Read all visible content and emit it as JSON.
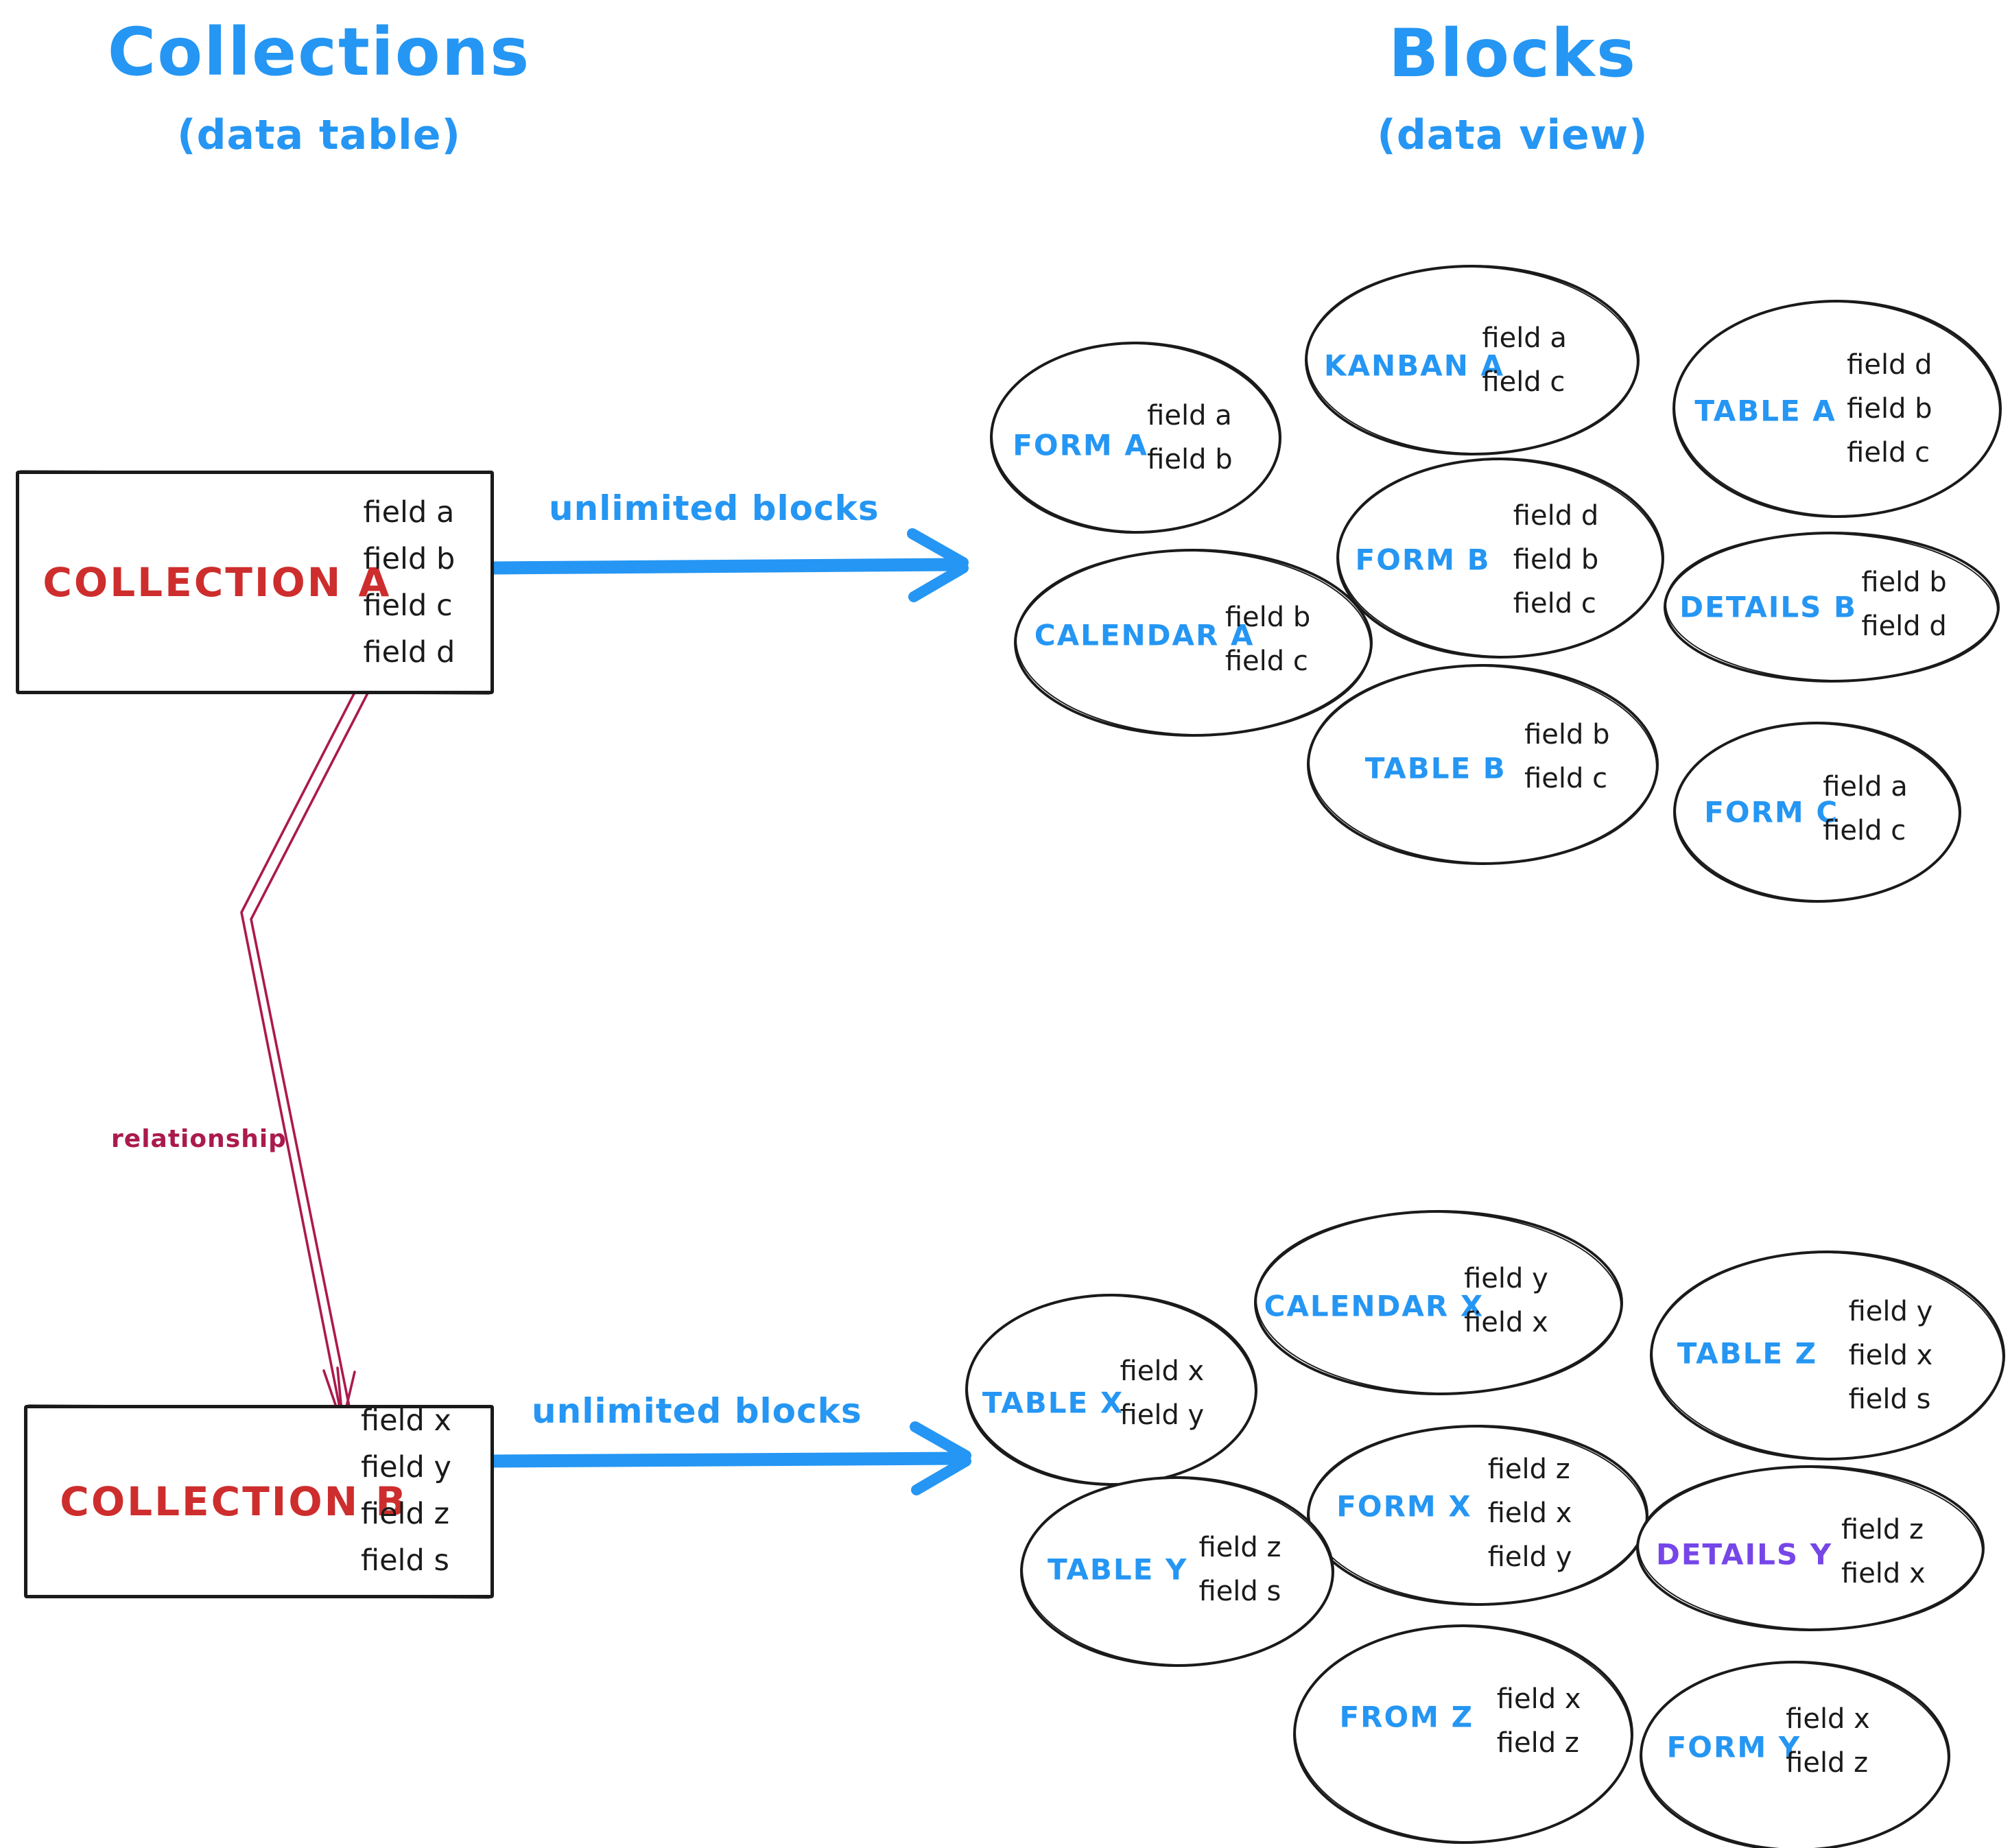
{
  "colors": {
    "blue": "#2596f3",
    "red": "#ce2d2d",
    "crimson": "#ab1a4d",
    "purple": "#7646e8",
    "ink": "#1a1a1a",
    "bg": "#ffffff"
  },
  "headers": {
    "left": {
      "title": "Collections",
      "subtitle": "(data table)"
    },
    "right": {
      "title": "Blocks",
      "subtitle": "(data view)"
    }
  },
  "collections": [
    {
      "name": "COLLECTION A",
      "fields": [
        "field a",
        "field b",
        "field c",
        "field d"
      ]
    },
    {
      "name": "COLLECTION B",
      "fields": [
        "field x",
        "field y",
        "field z",
        "field s"
      ]
    }
  ],
  "arrows": {
    "top_label": "unlimited blocks",
    "bottom_label": "unlimited blocks",
    "relationship_label": "relationship"
  },
  "blocks_a": [
    {
      "label": "FORM A",
      "fields": [
        "field a",
        "field b"
      ]
    },
    {
      "label": "KANBAN A",
      "fields": [
        "field a",
        "field c"
      ]
    },
    {
      "label": "TABLE A",
      "fields": [
        "field d",
        "field b",
        "field c"
      ]
    },
    {
      "label": "CALENDAR A",
      "fields": [
        "field b",
        "field c"
      ]
    },
    {
      "label": "FORM B",
      "fields": [
        "field d",
        "field b",
        "field c"
      ]
    },
    {
      "label": "DETAILS B",
      "fields": [
        "field b",
        "field d"
      ]
    },
    {
      "label": "TABLE B",
      "fields": [
        "field b",
        "field c"
      ]
    },
    {
      "label": "FORM C",
      "fields": [
        "field a",
        "field c"
      ]
    }
  ],
  "blocks_b": [
    {
      "label": "TABLE X",
      "fields": [
        "field x",
        "field y"
      ]
    },
    {
      "label": "CALENDAR X",
      "fields": [
        "field y",
        "field x"
      ]
    },
    {
      "label": "TABLE Z",
      "fields": [
        "field y",
        "field x",
        "field s"
      ]
    },
    {
      "label": "FORM X",
      "fields": [
        "field z",
        "field x",
        "field y"
      ]
    },
    {
      "label": "TABLE Y",
      "fields": [
        "field z",
        "field s"
      ]
    },
    {
      "label": "DETAILS Y",
      "fields": [
        "field z",
        "field x"
      ],
      "label_color": "purple"
    },
    {
      "label": "FROM Z",
      "fields": [
        "field x",
        "field z"
      ]
    },
    {
      "label": "FORM Y",
      "fields": [
        "field x",
        "field z"
      ]
    }
  ]
}
